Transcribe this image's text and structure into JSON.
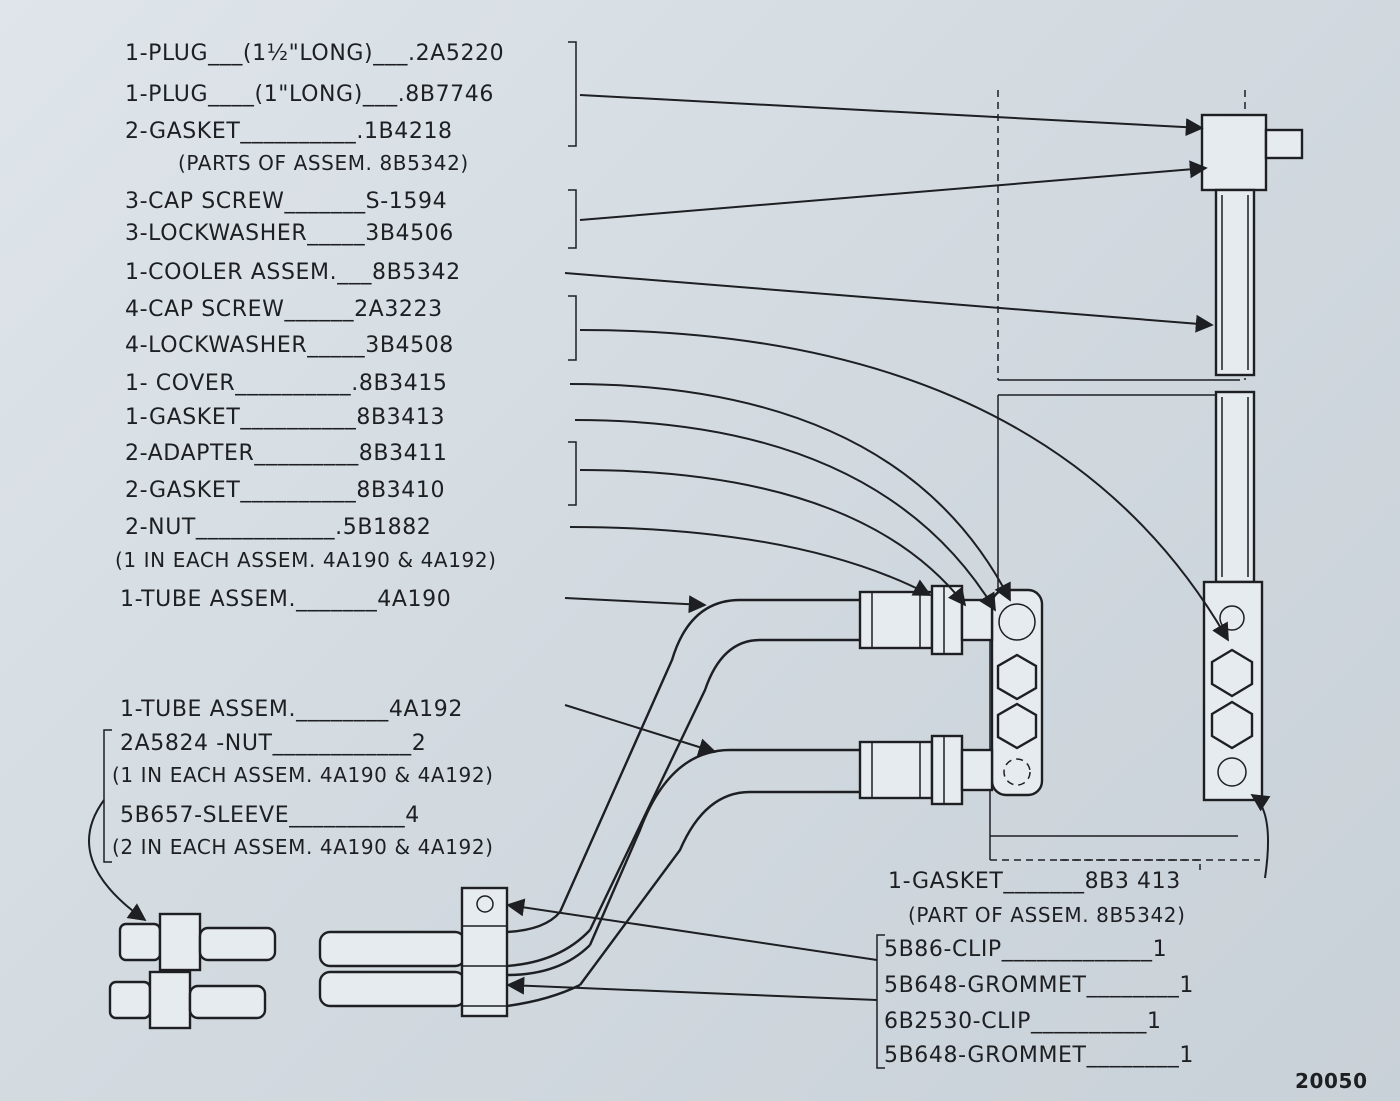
{
  "parts_list": [
    {
      "qty": "1-PLUG",
      "spec": "(1½\" LONG)",
      "number": "2A5220",
      "line": "1-PLUG___(1½\"LONG)___.2A5220"
    },
    {
      "qty": "1-PLUG",
      "spec": "(1\" LONG)",
      "number": "8B7746",
      "line": "1-PLUG____(1\"LONG)___.8B7746"
    },
    {
      "qty": "2-GASKET",
      "number": "1B4218",
      "line": "2-GASKET__________.1B4218"
    },
    {
      "note": "(PARTS OF ASSEM. 8B5342)"
    },
    {
      "qty": "3-CAP SCREW",
      "number": "S-1594",
      "line": "3-CAP SCREW_______S-1594"
    },
    {
      "qty": "3-LOCKWASHER",
      "number": "3B4506",
      "line": "3-LOCKWASHER_____3B4506"
    },
    {
      "qty": "1-COOLER ASSEM.",
      "number": "8B5342",
      "line": "1-COOLER  ASSEM.___8B5342"
    },
    {
      "qty": "4-CAP SCREW",
      "number": "2A3223",
      "line": "4-CAP SCREW______2A3223"
    },
    {
      "qty": "4-LOCKWASHER",
      "number": "3B4508",
      "line": "4-LOCKWASHER_____3B4508"
    },
    {
      "qty": "1- COVER",
      "number": "8B3415",
      "line": "1- COVER__________.8B3415"
    },
    {
      "qty": "1-GASKET",
      "number": "8B3413",
      "line": "1-GASKET__________8B3413"
    },
    {
      "qty": "2-ADAPTER",
      "number": "8B3411",
      "line": "2-ADAPTER_________8B3411"
    },
    {
      "qty": "2-GASKET",
      "number": "8B3410",
      "line": "2-GASKET__________8B3410"
    },
    {
      "qty": "2-NUT",
      "number": "5B1882",
      "line": "2-NUT____________.5B1882"
    },
    {
      "note": "(1 IN EACH ASSEM. 4A190 & 4A192)"
    },
    {
      "qty": "1-TUBE ASSEM.",
      "number": "4A190",
      "line": "1-TUBE  ASSEM._______4A190"
    }
  ],
  "lower_left_list": [
    {
      "line": "1-TUBE  ASSEM.________4A192"
    },
    {
      "line": "2A5824 -NUT____________2"
    },
    {
      "line": "(1 IN EACH ASSEM. 4A190 & 4A192)"
    },
    {
      "line": "5B657-SLEEVE__________4"
    },
    {
      "line": "(2 IN EACH ASSEM. 4A190 & 4A192)"
    }
  ],
  "lower_right_list": [
    {
      "line": "1-GASKET_______8B3 413"
    },
    {
      "line": "(PART OF ASSEM. 8B5342)"
    },
    {
      "line": "5B86-CLIP_____________1"
    },
    {
      "line": "5B648-GROMMET________1"
    },
    {
      "line": "6B2530-CLIP__________1"
    },
    {
      "line": "5B648-GROMMET________1"
    }
  ],
  "figure_number": "20050"
}
